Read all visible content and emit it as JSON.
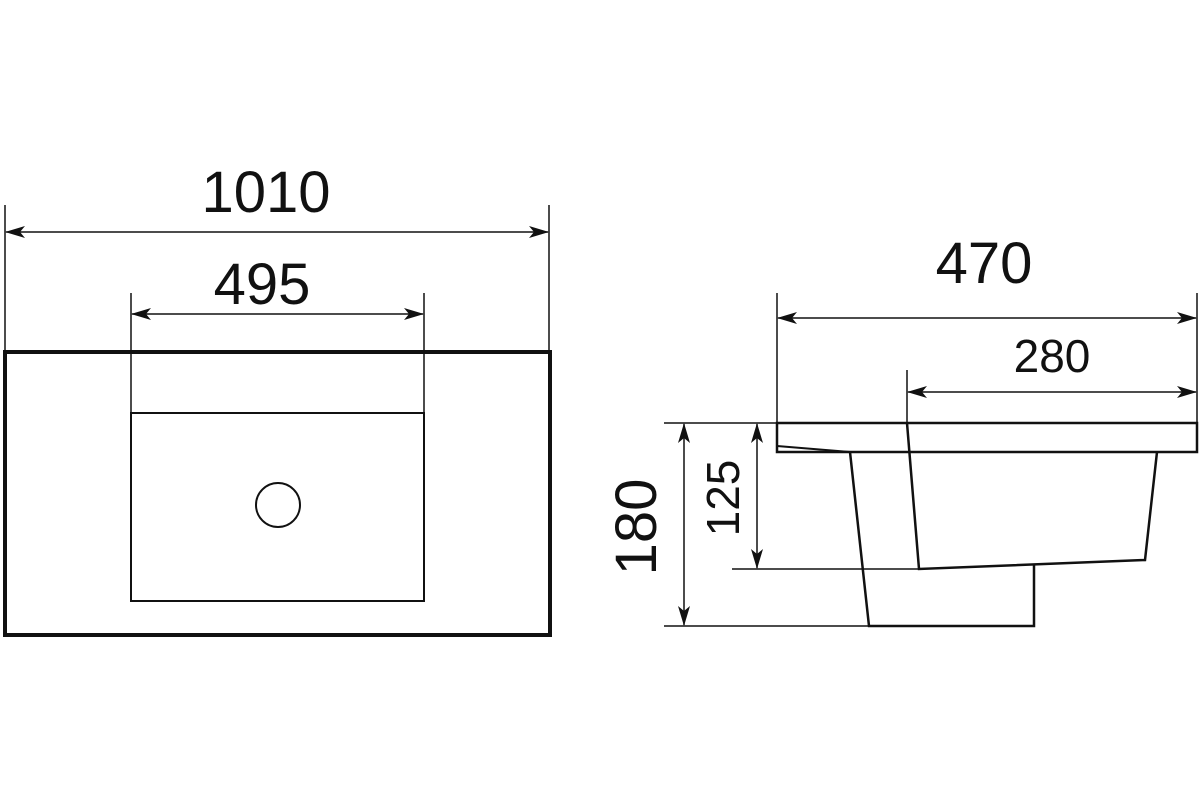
{
  "dimensions": {
    "overall_width": "1010",
    "bowl_width": "495",
    "overall_depth": "470",
    "bowl_depth": "280",
    "overall_height": "180",
    "bowl_height": "125"
  }
}
